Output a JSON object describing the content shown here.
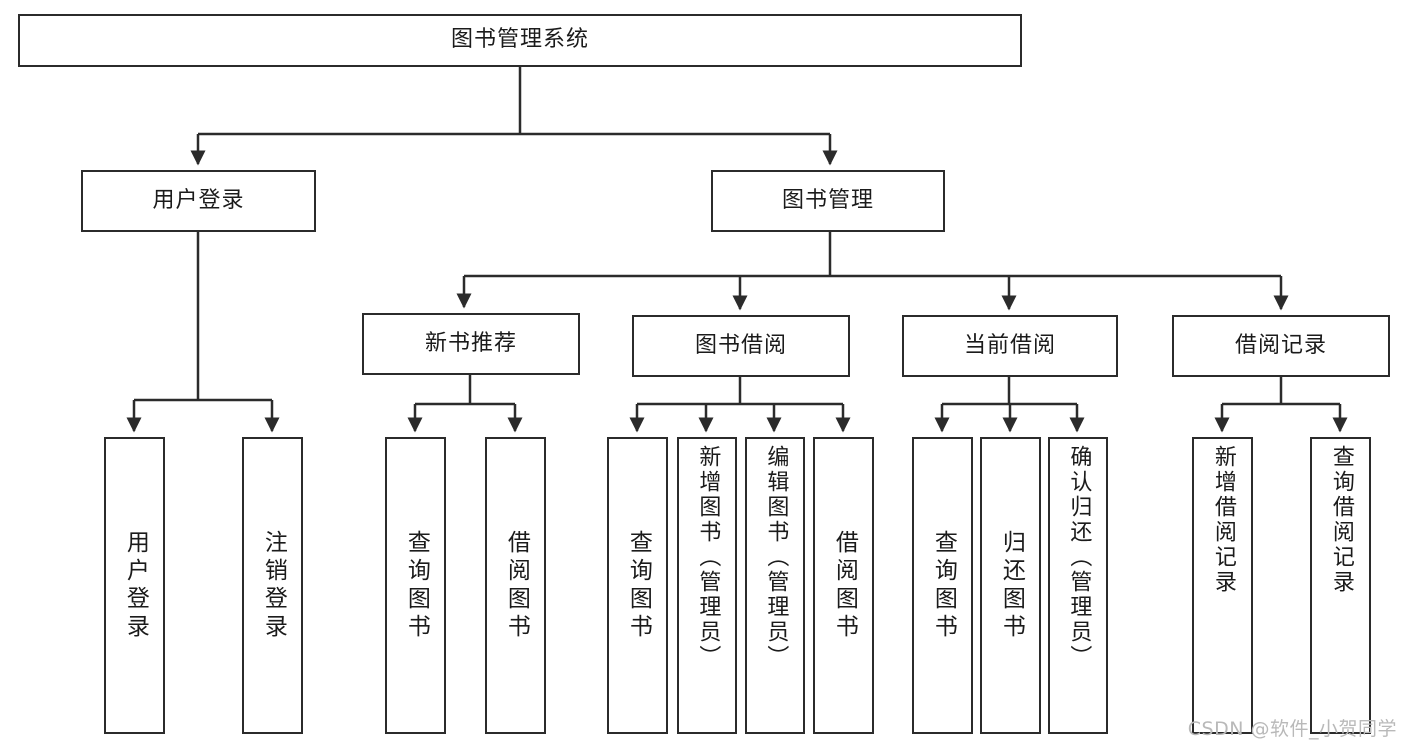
{
  "diagram": {
    "title": "图书管理系统",
    "type": "tree-hierarchy",
    "watermark": "CSDN @软件_小贺同学",
    "root": {
      "id": "root",
      "label": "图书管理系统"
    },
    "level2": [
      {
        "id": "user-login",
        "label": "用户登录"
      },
      {
        "id": "book-manage",
        "label": "图书管理"
      }
    ],
    "level3": [
      {
        "id": "new-book-rec",
        "label": "新书推荐",
        "parent": "book-manage"
      },
      {
        "id": "book-borrow",
        "label": "图书借阅",
        "parent": "book-manage"
      },
      {
        "id": "current-borrow",
        "label": "当前借阅",
        "parent": "book-manage"
      },
      {
        "id": "borrow-record",
        "label": "借阅记录",
        "parent": "book-manage"
      }
    ],
    "leaves": [
      {
        "id": "leaf-user-login",
        "label": "用户登录",
        "parent": "user-login"
      },
      {
        "id": "leaf-logout",
        "label": "注销登录",
        "parent": "user-login"
      },
      {
        "id": "leaf-query-book-1",
        "label": "查询图书",
        "parent": "new-book-rec"
      },
      {
        "id": "leaf-borrow-book-1",
        "label": "借阅图书",
        "parent": "new-book-rec"
      },
      {
        "id": "leaf-query-book-2",
        "label": "查询图书",
        "parent": "book-borrow"
      },
      {
        "id": "leaf-add-book",
        "label": "新增图书（管理员）",
        "parent": "book-borrow"
      },
      {
        "id": "leaf-edit-book",
        "label": "编辑图书（管理员）",
        "parent": "book-borrow"
      },
      {
        "id": "leaf-borrow-book-2",
        "label": "借阅图书",
        "parent": "book-borrow"
      },
      {
        "id": "leaf-query-book-3",
        "label": "查询图书",
        "parent": "current-borrow"
      },
      {
        "id": "leaf-return-book",
        "label": "归还图书",
        "parent": "current-borrow"
      },
      {
        "id": "leaf-confirm-return",
        "label": "确认归还（管理员）",
        "parent": "current-borrow"
      },
      {
        "id": "leaf-add-record",
        "label": "新增借阅记录",
        "parent": "borrow-record"
      },
      {
        "id": "leaf-query-record",
        "label": "查询借阅记录",
        "parent": "borrow-record"
      }
    ],
    "colors": {
      "stroke": "#2b2b2b",
      "fill": "#ffffff",
      "text": "#1b1b1b",
      "watermark": "#b9b9b9"
    }
  }
}
